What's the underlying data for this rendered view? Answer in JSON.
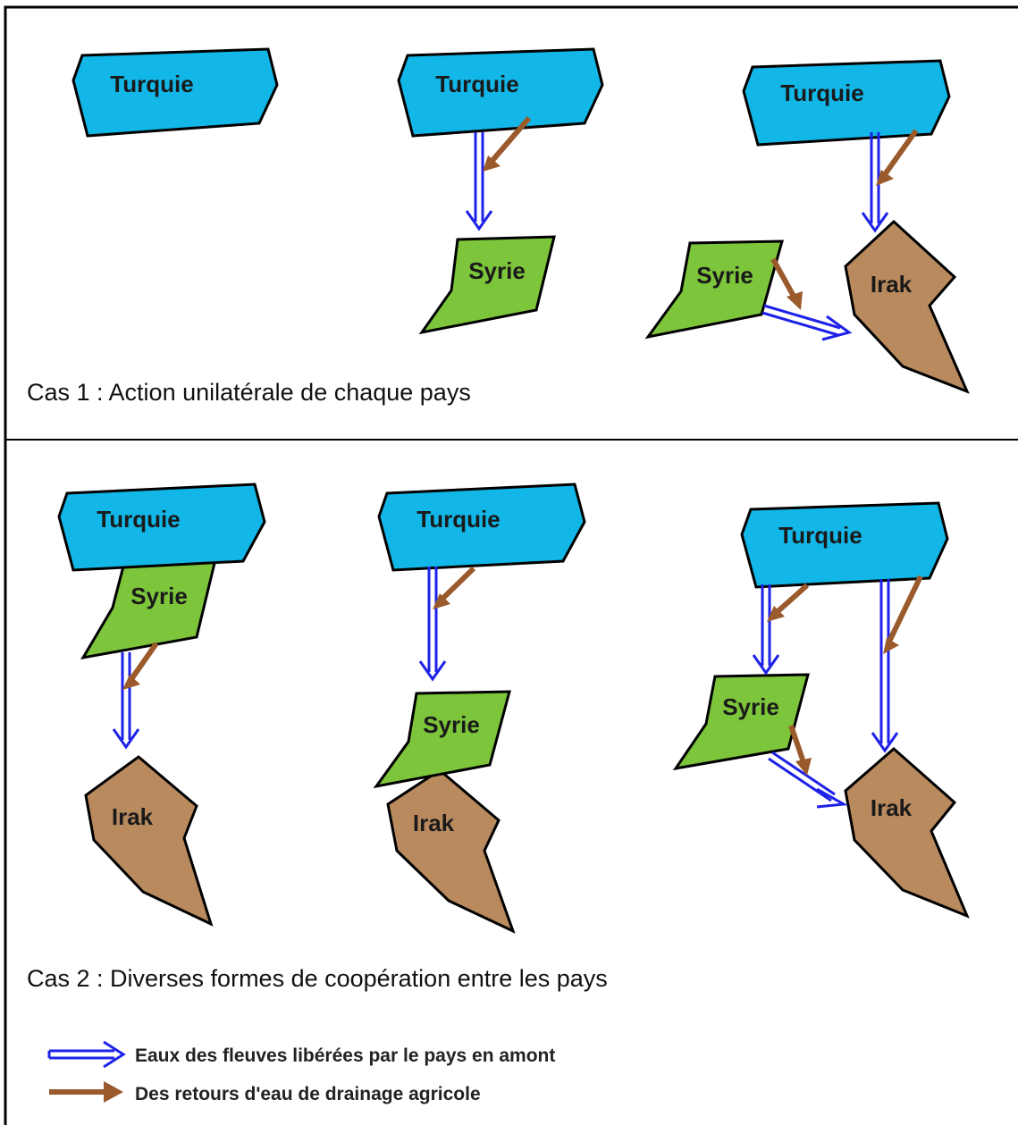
{
  "colors": {
    "turquie": "#12B7E8",
    "syrie": "#7DC63B",
    "irak": "#B98A5E",
    "river_arrow": "#1E22E8",
    "drainage_arrow": "#9A5A2C",
    "outline": "#000000"
  },
  "countries": {
    "turquie": "Turquie",
    "syrie": "Syrie",
    "irak": "Irak"
  },
  "cases": {
    "case1_caption": "Cas 1 : Action unilatérale de chaque pays",
    "case2_caption": "Cas 2 : Diverses formes de coopération entre les pays"
  },
  "legend": {
    "river": "Eaux des fleuves libérées par le pays en amont",
    "drainage": "Des retours d'eau de drainage agricole"
  }
}
